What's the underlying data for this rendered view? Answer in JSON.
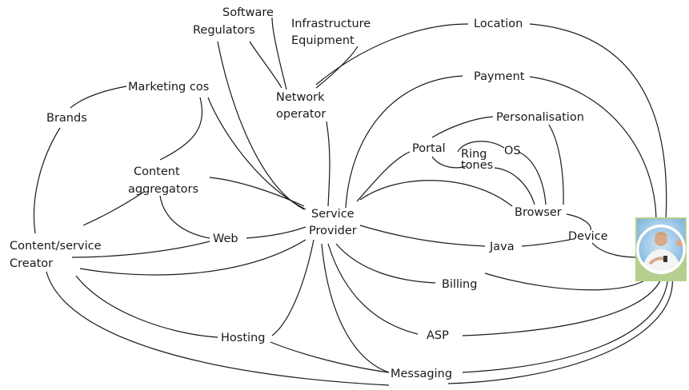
{
  "diagram": {
    "nodes": {
      "software_regulators": {
        "line1": "Software",
        "line2": "Regulators"
      },
      "infrastructure_equipment": {
        "line1": "Infrastructure",
        "line2": "Equipment"
      },
      "location": {
        "label": "Location"
      },
      "marketing_cos": {
        "label": "Marketing cos"
      },
      "network_operator": {
        "line1": "Network",
        "line2": "operator"
      },
      "payment": {
        "label": "Payment"
      },
      "brands": {
        "label": "Brands"
      },
      "personalisation": {
        "label": "Personalisation"
      },
      "portal": {
        "label": "Portal"
      },
      "ring_tones": {
        "line1": "Ring",
        "line2": "tones"
      },
      "os": {
        "label": "OS"
      },
      "content_aggregators": {
        "line1": "Content",
        "line2": "aggregators"
      },
      "service_provider": {
        "line1": "Service",
        "line2": "Provider"
      },
      "browser": {
        "label": "Browser"
      },
      "device": {
        "label": "Device"
      },
      "web": {
        "label": "Web"
      },
      "content_creator": {
        "line1": "Content/service",
        "line2": "Creator"
      },
      "java": {
        "label": "Java"
      },
      "billing": {
        "label": "Billing"
      },
      "asp": {
        "label": "ASP"
      },
      "hosting": {
        "label": "Hosting"
      },
      "messaging": {
        "label": "Messaging"
      }
    },
    "user_photo": {
      "icon": "person-with-phone-photo"
    }
  }
}
